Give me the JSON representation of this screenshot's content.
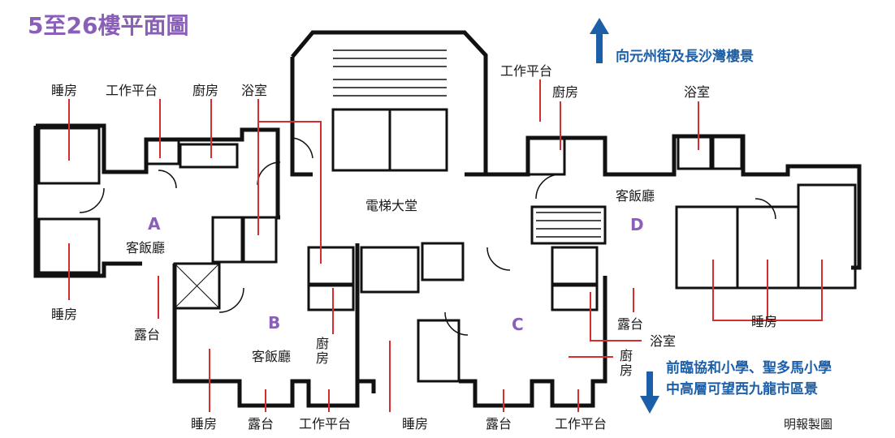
{
  "title": "5至26樓平面圖",
  "credit": "明報製圖",
  "views": {
    "north": "向元州街及長沙灣樓景",
    "south_line1": "前臨協和小學、聖多馬小學",
    "south_line2": "中高層可望西九龍市區景"
  },
  "units": {
    "a": "A",
    "b": "B",
    "c": "C",
    "d": "D"
  },
  "rooms": {
    "bedroom": "睡房",
    "utility_platform": "工作平台",
    "kitchen": "廚房",
    "bathroom": "浴室",
    "living_dining": "客飯廳",
    "balcony": "露台",
    "lift_lobby": "電梯大堂"
  },
  "colors": {
    "title": "#8a5fb8",
    "view_text": "#1b5fa8",
    "arrow": "#1b5fa8",
    "leader": "#d62e2e",
    "wall": "#111111"
  }
}
